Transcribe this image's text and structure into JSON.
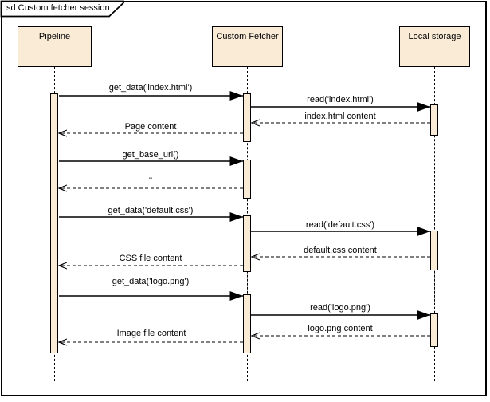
{
  "frame": {
    "title": "sd Custom fetcher session"
  },
  "actors": [
    {
      "name": "Pipeline"
    },
    {
      "name": "Custom Fetcher"
    },
    {
      "name": "Local storage"
    }
  ],
  "messages": [
    {
      "label": "get_data('index.html')",
      "type": "sync",
      "from": "Pipeline",
      "to": "Custom Fetcher"
    },
    {
      "label": "read('index.html')",
      "type": "sync",
      "from": "Custom Fetcher",
      "to": "Local storage"
    },
    {
      "label": "index.html content",
      "type": "return",
      "from": "Local storage",
      "to": "Custom Fetcher"
    },
    {
      "label": "Page content",
      "type": "return",
      "from": "Custom Fetcher",
      "to": "Pipeline"
    },
    {
      "label": "get_base_url()",
      "type": "sync",
      "from": "Pipeline",
      "to": "Custom Fetcher"
    },
    {
      "label": "''",
      "type": "return",
      "from": "Custom Fetcher",
      "to": "Pipeline"
    },
    {
      "label": "get_data('default.css')",
      "type": "sync",
      "from": "Pipeline",
      "to": "Custom Fetcher"
    },
    {
      "label": "read('default.css')",
      "type": "sync",
      "from": "Custom Fetcher",
      "to": "Local storage"
    },
    {
      "label": "default.css content",
      "type": "return",
      "from": "Local storage",
      "to": "Custom Fetcher"
    },
    {
      "label": "CSS file content",
      "type": "return",
      "from": "Custom Fetcher",
      "to": "Pipeline"
    },
    {
      "label": "get_data('logo.png')",
      "type": "sync",
      "from": "Pipeline",
      "to": "Custom Fetcher"
    },
    {
      "label": "read('logo.png')",
      "type": "sync",
      "from": "Custom Fetcher",
      "to": "Local storage"
    },
    {
      "label": "logo.png content",
      "type": "return",
      "from": "Local storage",
      "to": "Custom Fetcher"
    },
    {
      "label": "Image file content",
      "type": "return",
      "from": "Custom Fetcher",
      "to": "Pipeline"
    }
  ],
  "colors": {
    "actor_fill": "#FAEBD7",
    "line": "#000000",
    "background": "#FFFFFF"
  }
}
